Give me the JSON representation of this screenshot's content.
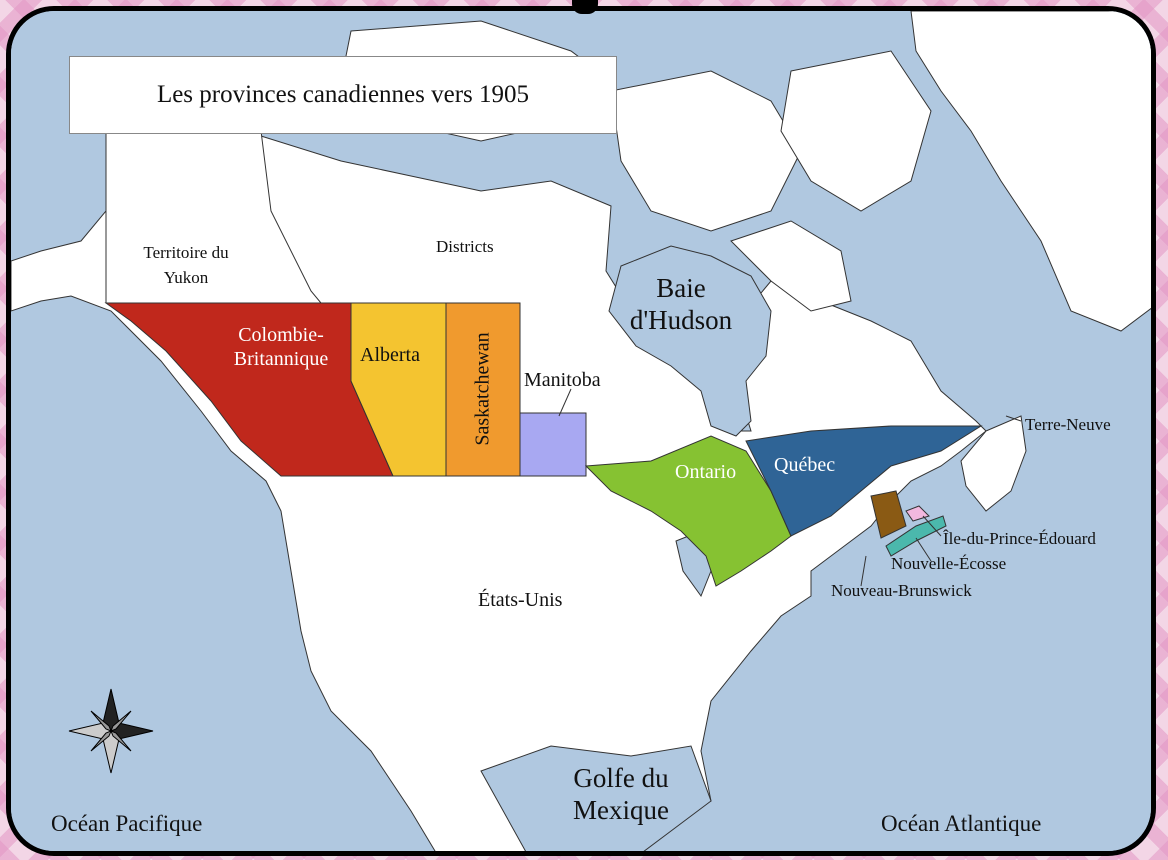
{
  "map": {
    "title": "Les provinces canadiennes vers 1905",
    "regions": {
      "yukon": "Territoire du Yukon",
      "districts": "Districts",
      "bc": "Colombie-Britannique",
      "alberta": "Alberta",
      "saskatchewan": "Saskatchewan",
      "manitoba": "Manitoba",
      "ontario": "Ontario",
      "quebec": "Québec",
      "newfoundland": "Terre-Neuve",
      "pei": "Île-du-Prince-Édouard",
      "nova_scotia": "Nouvelle-Écosse",
      "new_brunswick": "Nouveau-Brunswick",
      "usa": "États-Unis"
    },
    "water": {
      "hudson_bay": "Baie d'Hudson",
      "gulf_mexico": "Golfe du Mexique",
      "pacific": "Océan Pacifique",
      "atlantic": "Océan Atlantique"
    },
    "colors": {
      "water": "#b0c8e0",
      "land": "#ffffff",
      "bc": "#c0281c",
      "alberta": "#f4c430",
      "saskatchewan": "#f09a2e",
      "manitoba": "#a8a8f2",
      "ontario": "#86c232",
      "quebec": "#2f6496",
      "new_brunswick": "#8a5a14",
      "nova_scotia": "#4bb8ac",
      "pei": "#f2b8de"
    },
    "compass": "compass-rose-icon"
  }
}
